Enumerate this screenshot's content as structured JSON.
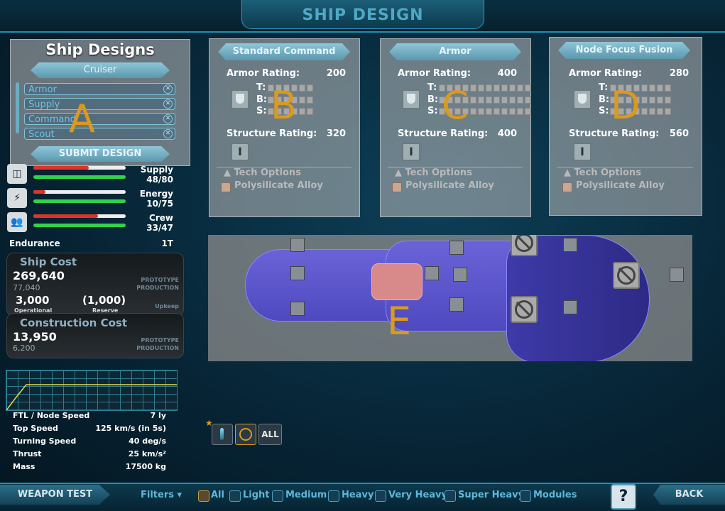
{
  "title": "SHIP DESIGN",
  "designs": {
    "title": "Ship Designs",
    "category": "Cruiser",
    "items": [
      "Armor",
      "Supply",
      "Command",
      "Scout"
    ],
    "submit": "SUBMIT DESIGN",
    "overlay_letter": "A"
  },
  "modules": [
    {
      "header": "Standard Command",
      "armor_label": "Armor Rating:",
      "armor": "200",
      "t": "T:",
      "b": "B:",
      "s": "S:",
      "structure_label": "Structure Rating:",
      "structure": "320",
      "tech": "Tech Options",
      "option": "Polysilicate Alloy",
      "letter": "B"
    },
    {
      "header": "Armor",
      "armor_label": "Armor Rating:",
      "armor": "400",
      "t": "T:",
      "b": "B:",
      "s": "S:",
      "structure_label": "Structure Rating:",
      "structure": "400",
      "tech": "Tech Options",
      "option": "Polysilicate Alloy",
      "letter": "C"
    },
    {
      "header": "Node Focus Fusion",
      "armor_label": "Armor Rating:",
      "armor": "280",
      "t": "T:",
      "b": "B:",
      "s": "S:",
      "structure_label": "Structure Rating:",
      "structure": "560",
      "tech": "Tech Options",
      "option": "Polysilicate Alloy",
      "letter": "D"
    }
  ],
  "ship_letter": "E",
  "stats": [
    {
      "label": "Supply",
      "value": "48/80",
      "fill": 0.6,
      "icon": "cube-icon",
      "glyph": "◫"
    },
    {
      "label": "Energy",
      "value": "10/75",
      "fill": 0.13,
      "icon": "battery-icon",
      "glyph": "⚡"
    },
    {
      "label": "Crew",
      "value": "33/47",
      "fill": 0.7,
      "icon": "crew-icon",
      "glyph": "👥"
    }
  ],
  "endurance": {
    "label": "Endurance",
    "value": "1T"
  },
  "ship_cost": {
    "caption": "Ship Cost",
    "prototype": "269,640",
    "production": "77,040",
    "tag_prototype": "PROTOTYPE",
    "tag_production": "PRODUCTION",
    "operational": "3,000",
    "operational_label": "Operational",
    "reserve": "(1,000)",
    "reserve_label": "Reserve",
    "upkeep": "Upkeep"
  },
  "construction_cost": {
    "caption": "Construction Cost",
    "prototype": "13,950",
    "production": "6,200",
    "tag_prototype": "PROTOTYPE",
    "tag_production": "PRODUCTION"
  },
  "speeds": [
    {
      "label": "FTL / Node Speed",
      "value": "7 ly"
    },
    {
      "label": "Top Speed",
      "value": "125 km/s (in 5s)"
    },
    {
      "label": "Turning Speed",
      "value": "40 deg/s"
    },
    {
      "label": "Thrust",
      "value": "25 km/s²"
    },
    {
      "label": "Mass",
      "value": "17500 kg"
    }
  ],
  "filter_all_btn": "ALL",
  "bottom": {
    "weapon_test": "WEAPON TEST",
    "filters": "Filters",
    "options": [
      "All",
      "Light",
      "Medium",
      "Heavy",
      "Very Heavy",
      "Super Heavy",
      "Modules"
    ],
    "help": "?",
    "back": "BACK"
  },
  "colors": {
    "accent": "#1d8fb5",
    "letter": "#d99a1f",
    "hull": "#5a54cc"
  }
}
